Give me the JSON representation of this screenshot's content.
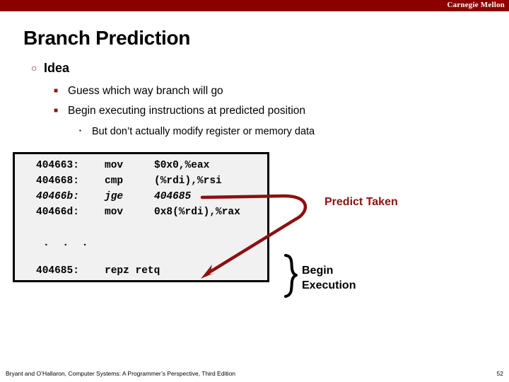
{
  "header": {
    "brand": "Carnegie Mellon",
    "banner_color": "#8C0000"
  },
  "slide": {
    "title": "Branch Prediction",
    "accent_color": "#8C1010"
  },
  "bullets": {
    "level1": {
      "marker": "circle-outline-bullet",
      "marker_glyph": "○",
      "label": "Idea"
    },
    "level2": [
      {
        "marker_glyph": "■",
        "label": "Guess which way branch will go"
      },
      {
        "marker_glyph": "■",
        "label": "Begin executing instructions at predicted position"
      }
    ],
    "level3": [
      {
        "marker_glyph": "▪",
        "label": "But don’t actually modify register or memory data"
      }
    ]
  },
  "code_box": {
    "lines": [
      {
        "address": "404663:",
        "mnemonic": "mov",
        "operands": "$0x0,%eax",
        "italic": false
      },
      {
        "address": "404668:",
        "mnemonic": "cmp",
        "operands": "(%rdi),%rsi",
        "italic": false
      },
      {
        "address": "40466b:",
        "mnemonic": "jge",
        "operands": "404685",
        "italic": true
      },
      {
        "address": "40466d:",
        "mnemonic": "mov",
        "operands": "0x8(%rdi),%rax",
        "italic": false
      }
    ],
    "ellipsis": ". . .",
    "tail_line": {
      "address": "404685:",
      "mnemonic": "repz retq",
      "operands": "",
      "italic": false
    }
  },
  "annotations": {
    "predict_taken": "Predict Taken",
    "begin_execution_line1": "Begin",
    "begin_execution_line2": "Execution",
    "brace_glyph": "}"
  },
  "footer": {
    "citation": "Bryant and O’Hallaron, Computer Systems: A Programmer’s Perspective, Third Edition",
    "page_number": "52"
  }
}
